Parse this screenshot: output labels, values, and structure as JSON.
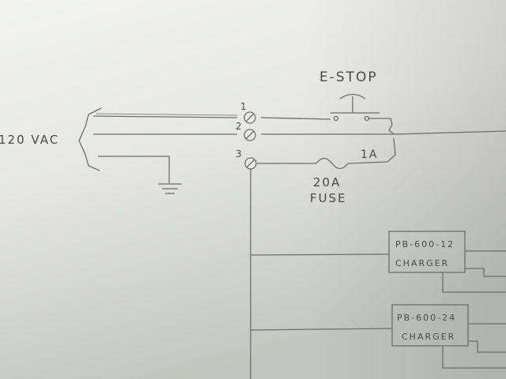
{
  "colors": {
    "paper_light": "#eeefed",
    "paper_dark": "#c6c8c3",
    "pencil": "#5c5d5a",
    "lettering": "#4a4a48"
  },
  "labels": {
    "supply": "120 VAC",
    "estop": "E-STOP",
    "fuse_rating": "20A",
    "fuse_word": "FUSE",
    "fuse_out": "1A"
  },
  "terminals": [
    "1",
    "2",
    "3"
  ],
  "chargers": [
    {
      "model": "PB-600-12",
      "kind": "CHARGER"
    },
    {
      "model": "PB-600-24",
      "kind": "CHARGER"
    }
  ],
  "icons": [
    "ground-icon",
    "screw-terminal-icon",
    "fuse-icon",
    "pushbutton-icon"
  ]
}
